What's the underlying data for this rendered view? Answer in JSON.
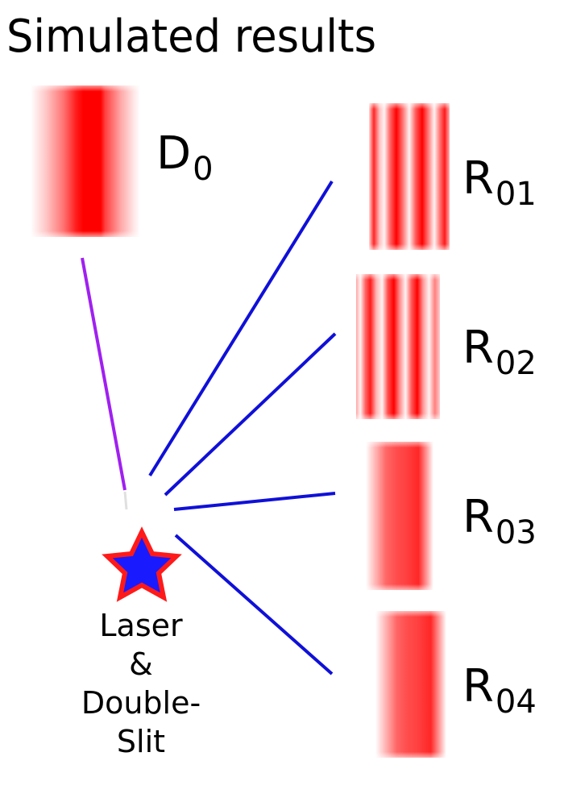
{
  "title": "Simulated results",
  "source": {
    "lines": [
      "Laser",
      "&",
      "Double-",
      "Slit"
    ]
  },
  "detectors": [
    {
      "id": "D0",
      "main": "D",
      "sub": "0"
    },
    {
      "id": "R01",
      "main": "R",
      "sub": "01"
    },
    {
      "id": "R02",
      "main": "R",
      "sub": "02"
    },
    {
      "id": "R03",
      "main": "R",
      "sub": "03"
    },
    {
      "id": "R04",
      "main": "R",
      "sub": "04"
    }
  ],
  "colors": {
    "fringe": "#ff0000",
    "blue_beam": "#1010d8",
    "purple_beam": "#a020f0",
    "star_fill": "#1a1aff",
    "star_outline": "#ff1a1a",
    "background": "#ffffff"
  }
}
